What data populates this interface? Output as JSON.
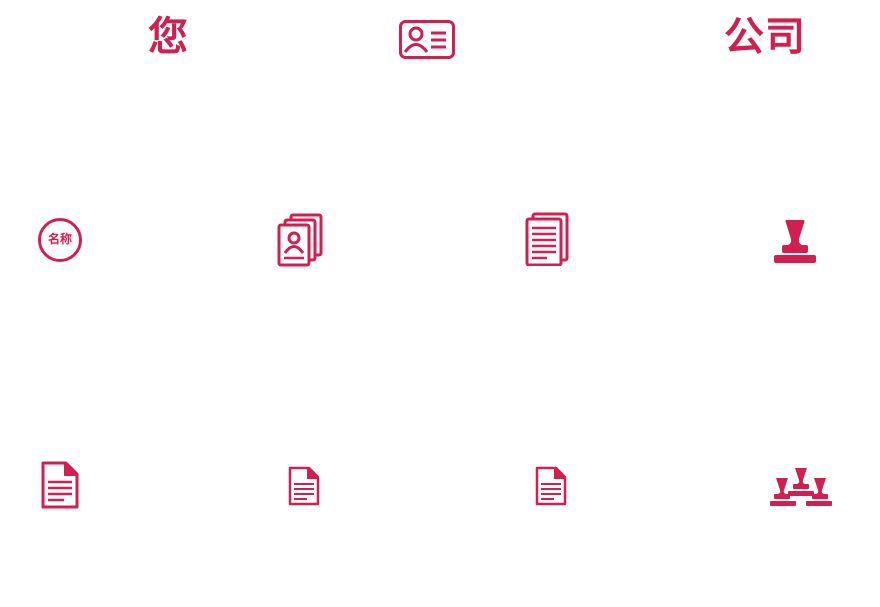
{
  "header": {
    "left_text": "您",
    "right_text": "公司"
  },
  "row1": {
    "name_badge_text": "名称"
  },
  "icons": {
    "id_card": "id-card-icon",
    "name_badge": "name-badge-icon",
    "id_documents": "id-documents-icon",
    "document_stack": "document-stack-icon",
    "stamp": "stamp-icon",
    "document_large": "document-icon",
    "document_small": "document-icon",
    "document_small_2": "document-icon",
    "multiple_stamps": "multiple-stamps-icon"
  },
  "colors": {
    "accent": "#d11f4f"
  }
}
